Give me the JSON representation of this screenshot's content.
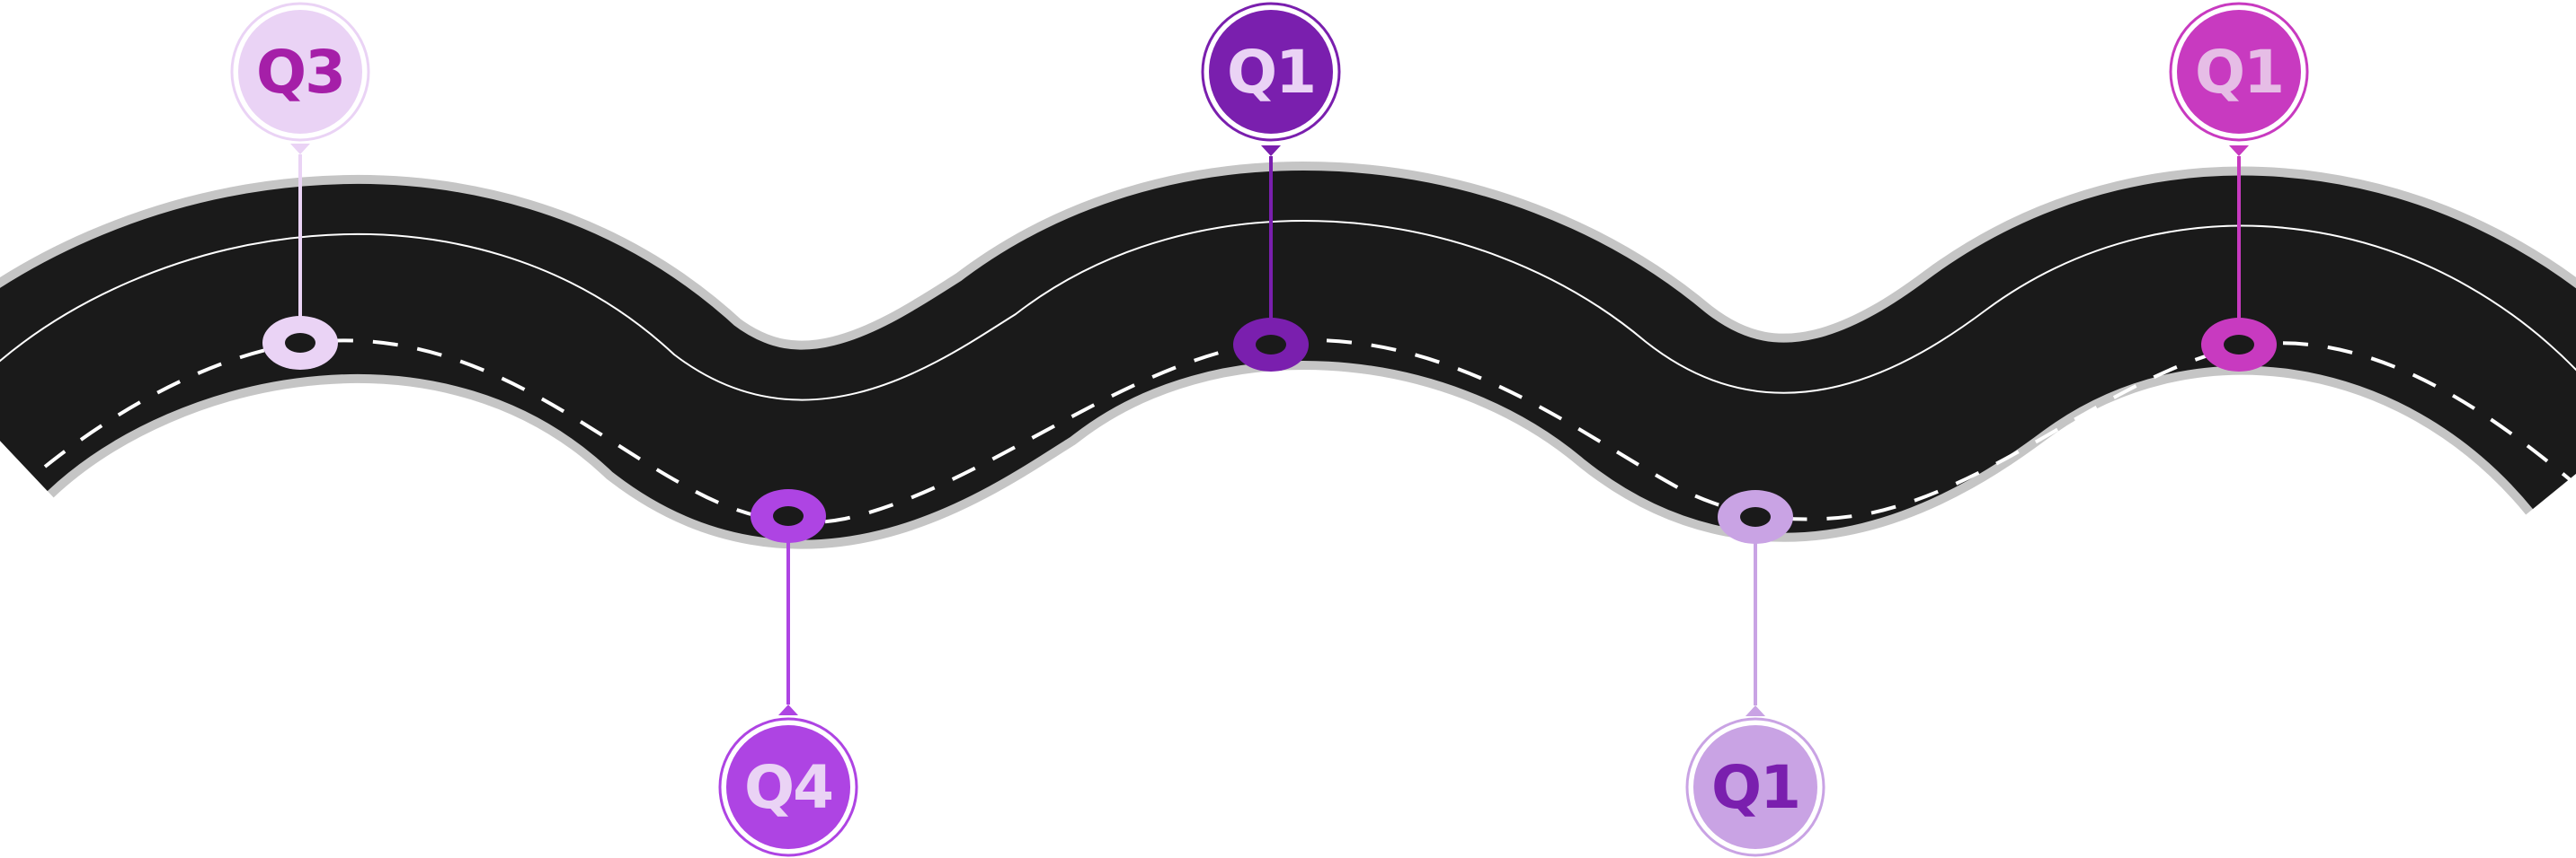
{
  "milestones": [
    {
      "label": "Q3",
      "fill": "#ead3f5",
      "ring": "#ead3f5",
      "text": "#a51fa8",
      "position": "above"
    },
    {
      "label": "Q4",
      "fill": "#ae44e3",
      "ring": "#ae44e3",
      "text": "#ead3f5",
      "position": "below"
    },
    {
      "label": "Q1",
      "fill": "#7a1fae",
      "ring": "#7a1fae",
      "text": "#ead3f5",
      "position": "above"
    },
    {
      "label": "Q1",
      "fill": "#c9a3e4",
      "ring": "#c9a3e4",
      "text": "#7a1fae",
      "position": "below"
    },
    {
      "label": "Q1",
      "fill": "#c83ac0",
      "ring": "#c83ac0",
      "text": "#e6bde6",
      "position": "above"
    }
  ],
  "colors": {
    "road": "#1a1a1a",
    "road_shadow": "#c5c5c5",
    "lane_line": "#ffffff",
    "background": "#ffffff"
  }
}
